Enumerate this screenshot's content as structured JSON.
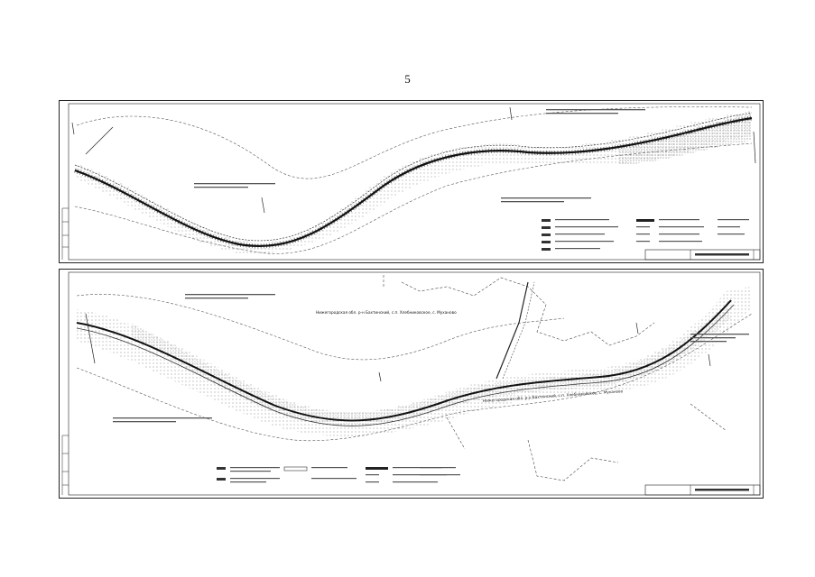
{
  "page": {
    "number": "5"
  },
  "sheets": [
    {
      "id": "top",
      "title_block_code": ""
    },
    {
      "id": "bottom",
      "title_block_code": ""
    }
  ],
  "bottom_sheet": {
    "label_upper": "Нижегородская обл. р-н Бахтинский, с.п. Хлебниковское, с. Муханово",
    "label_lower": "Нижегородская обл. р-н Бахтинский, с.п. Хлебниковское, с. Муханово"
  },
  "colors": {
    "ink": "#222222",
    "grey": "#888888",
    "paper": "#ffffff"
  }
}
